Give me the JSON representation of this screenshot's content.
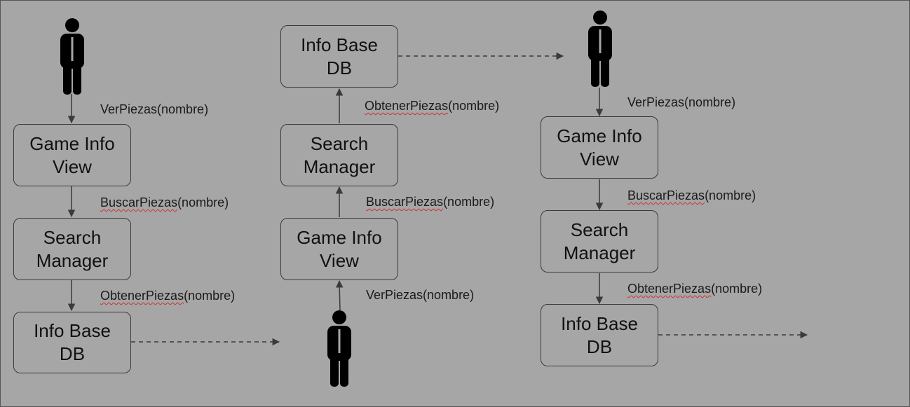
{
  "colors": {
    "background": "#a6a6a6",
    "stroke": "#3a3a3a",
    "actor": "#000000",
    "spellcheck": "#d03030"
  },
  "columns": [
    {
      "boxes": [
        "Game Info\nView",
        "Search\nManager",
        "Info Base\nDB"
      ],
      "messages": [
        {
          "name": "VerPiezas",
          "args": "(nombre)"
        },
        {
          "name": "BuscarPiezas",
          "args": "(nombre)"
        },
        {
          "name": "ObtenerPiezas",
          "args": "(nombre)"
        }
      ]
    },
    {
      "boxes": [
        "Info Base\nDB",
        "Search\nManager",
        "Game Info\nView"
      ],
      "messages": [
        {
          "name": "ObtenerPiezas",
          "args": "(nombre)"
        },
        {
          "name": "BuscarPiezas",
          "args": "(nombre)"
        },
        {
          "name": "VerPiezas",
          "args": "(nombre)"
        }
      ]
    },
    {
      "boxes": [
        "Game Info\nView",
        "Search\nManager",
        "Info Base\nDB"
      ],
      "messages": [
        {
          "name": "VerPiezas",
          "args": "(nombre)"
        },
        {
          "name": "BuscarPiezas",
          "args": "(nombre)"
        },
        {
          "name": "ObtenerPiezas",
          "args": "(nombre)"
        }
      ]
    }
  ]
}
